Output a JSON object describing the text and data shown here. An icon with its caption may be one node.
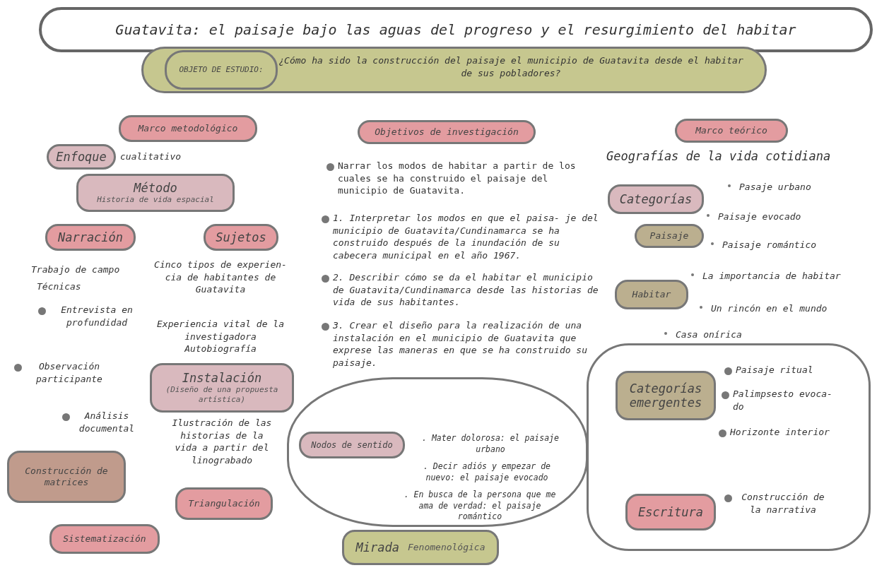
{
  "diagram": {
    "title": "Guatavita: el paisaje bajo las aguas del progreso y el resurgimiento del habitar",
    "nodes": [
      {
        "text": [
          "¿Cómo ha sido la construcción del paisaje el municipio de Guatavita desde el habitar de sus pobladores?"
        ]
      },
      {
        "text": [
          "OBJETO DE ESTUDIO:"
        ],
        "in": 0
      },
      {
        "text": [
          "Marco metodológico"
        ]
      },
      {
        "text": [
          "Objetivos de investigación"
        ]
      },
      {
        "text": [
          "Marco teórico"
        ]
      },
      {
        "text": [
          "Enfoque"
        ],
        "beside": [
          "cualitativo"
        ]
      },
      {
        "text": [
          "Método",
          "Historia de vida espacial"
        ]
      },
      {
        "text": [
          "Narración"
        ]
      },
      {
        "text": [
          "Sujetos"
        ]
      },
      {
        "text": [
          "Instalación",
          "(Diseño de una propuesta artística)"
        ]
      },
      {
        "text": [
          "Categorías"
        ]
      },
      {
        "text": [
          "Paisaje"
        ]
      },
      {
        "text": [
          "Habitar"
        ]
      },
      {
        "text": [
          ". Mater dolorosa: el paisaje urbano",
          ". Decir adiós y empezar de nuevo: el paisaje evocado",
          ". En busca de la persona que me ama de verdad: el paisaje romántico"
        ]
      },
      {
        "text": [
          "Nodos de sentido"
        ],
        "in": 13
      },
      {
        "text": [
          "Paisaje ritual",
          "Palimpsesto evoca- do",
          "Horizonte interior",
          "Construcción de la narrativa"
        ]
      },
      {
        "text": [
          "Categorías emergentes"
        ],
        "in": 15
      },
      {
        "text": [
          "Escritura"
        ],
        "in": 15
      },
      {
        "text": [
          "Construcción de matrices"
        ]
      },
      {
        "text": [
          "Sistematización"
        ]
      },
      {
        "text": [
          "Triangulación"
        ]
      },
      {
        "text": [
          "Mirada",
          "Fenomenológica"
        ]
      }
    ],
    "labels": [
      "Geografías de la vida cotidiana",
      "Pasaje urbano",
      "Paisaje evocado",
      "Paisaje romántico",
      "La importancia de habitar",
      "Un rincón en el mundo",
      "Casa onírica",
      "Narrar los modos de habitar a partir de los cuales se ha construido el paisaje del municipio de Guatavita.",
      "1.  Interpretar los modos en que el paisa- je del municipio de Guatavita/Cundinamarca se ha construido después de la inundación de su cabecera municipal en el año 1967.",
      "2.  Describir cómo se da el habitar el municipio de Guatavita/Cundinamarca desde las historias de vida de sus habitantes.",
      "3.  Crear el diseño para la realización de una instalación en el municipio de Guatavita que exprese las maneras en que se ha construido su paisaje.",
      "Trabajo de campo",
      "Técnicas",
      "Entrevista en profundidad",
      "Observación participante",
      "Análisis documental",
      "Cinco tipos de experien- cia de habitantes de Guatavita",
      "Experiencia vital de la investigadora Autobiografía",
      "Ilustración de las historias de la vida a partir del linograbado"
    ]
  }
}
